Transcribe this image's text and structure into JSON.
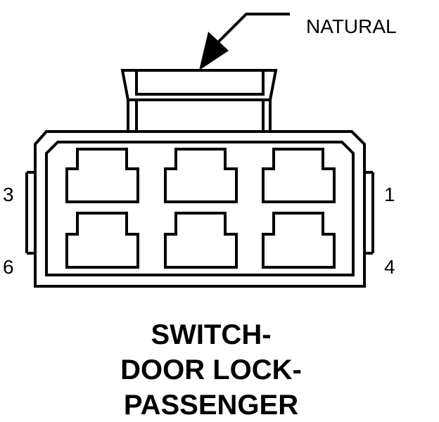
{
  "connector": {
    "color_callout": "NATURAL",
    "pins": {
      "top_left": "3",
      "top_right": "1",
      "bottom_left": "6",
      "bottom_right": "4"
    },
    "cavities": 6
  },
  "title": {
    "line1": "SWITCH-",
    "line2": "DOOR LOCK-",
    "line3": "PASSENGER"
  },
  "colors": {
    "ink": "#000000",
    "background": "#ffffff"
  }
}
